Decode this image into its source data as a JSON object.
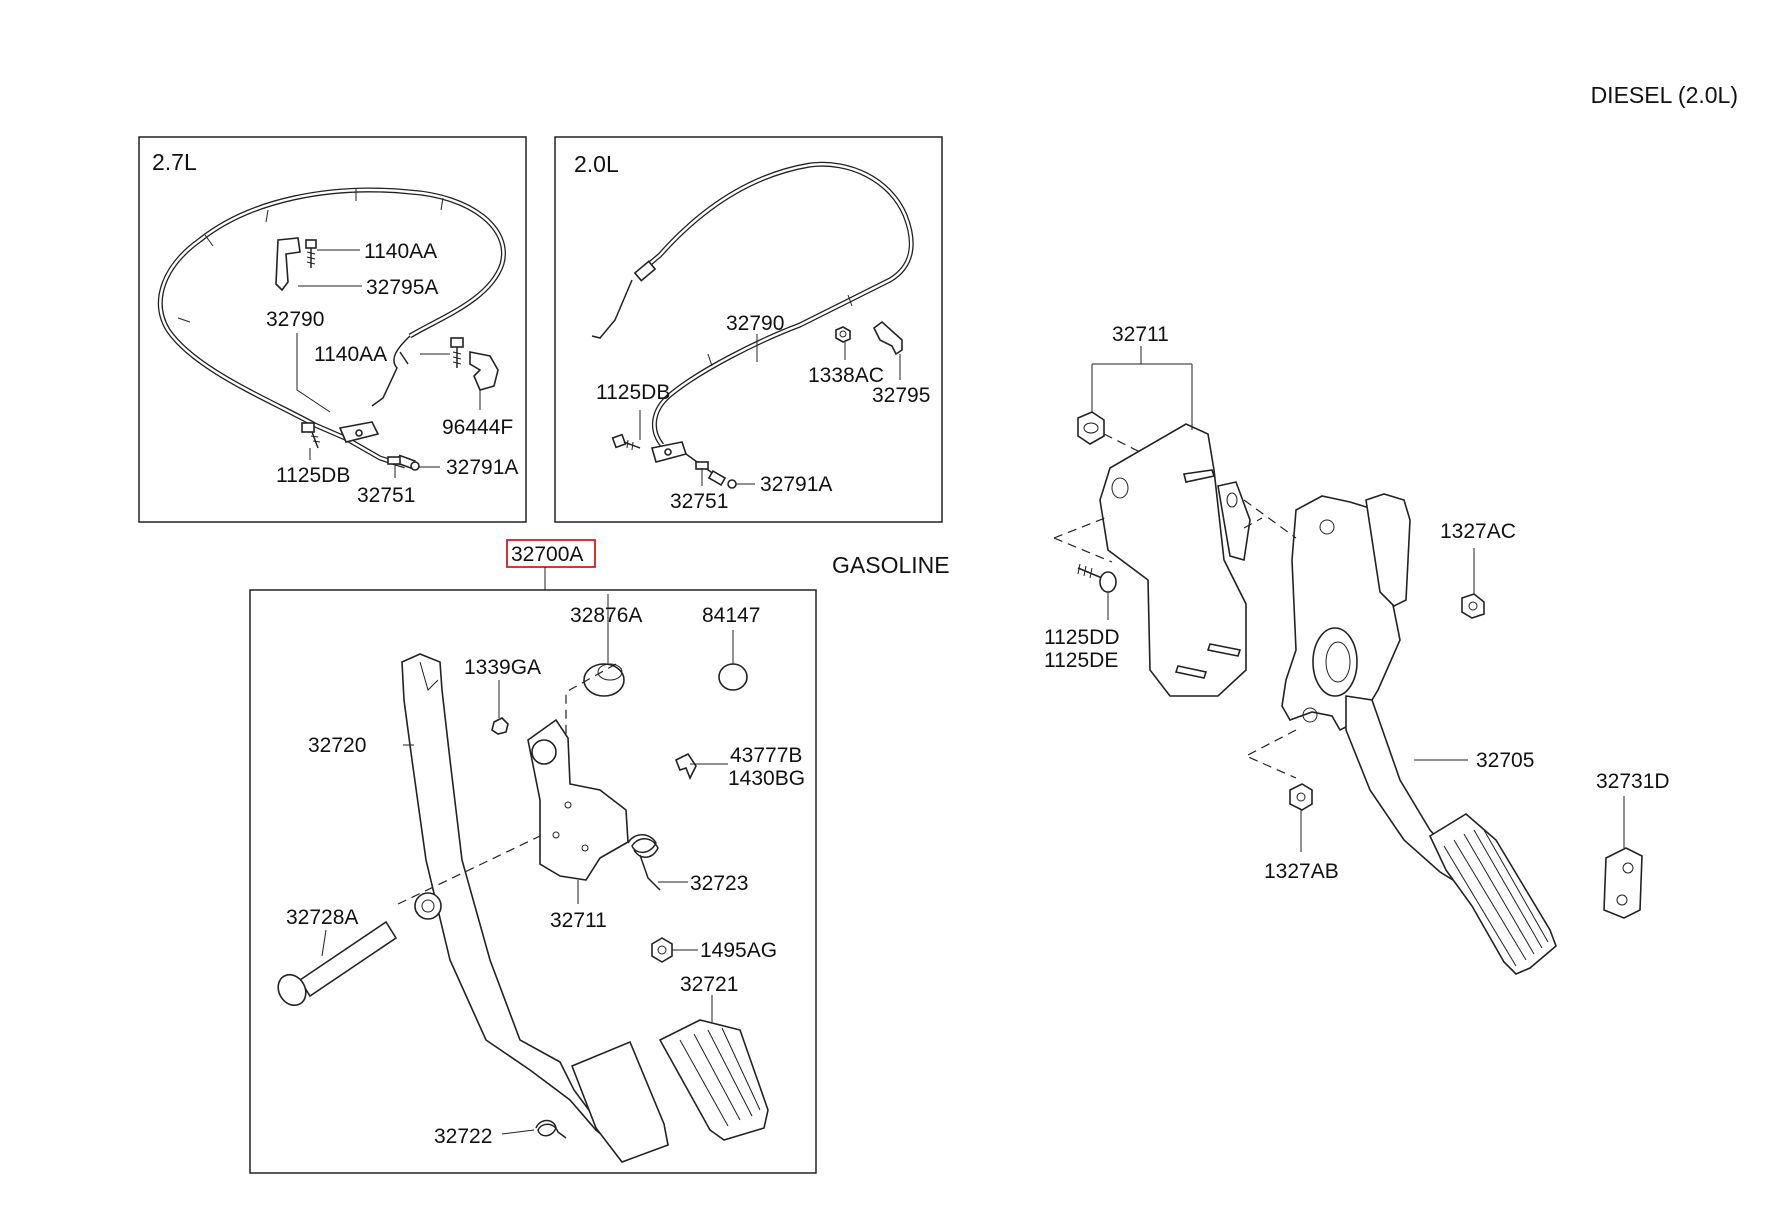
{
  "headers": {
    "diesel": "DIESEL (2.0L)",
    "gasoline": "GASOLINE",
    "box_27": "2.7L",
    "box_20": "2.0L"
  },
  "highlight_color": "#d21f1f",
  "labels": {
    "box27": {
      "p1140AA_a": "1140AA",
      "p32795A": "32795A",
      "p32790": "32790",
      "p1140AA_b": "1140AA",
      "p96444F": "96444F",
      "p1125DB": "1125DB",
      "p32791A": "32791A",
      "p32751": "32751"
    },
    "box20": {
      "p32790": "32790",
      "p1338AC": "1338AC",
      "p32795": "32795",
      "p1125DB": "1125DB",
      "p32791A": "32791A",
      "p32751": "32751"
    },
    "gasoline": {
      "p32700A": "32700A",
      "p32876A": "32876A",
      "p84147": "84147",
      "p1339GA": "1339GA",
      "p32720": "32720",
      "p43777B": "43777B",
      "p1430BG": "1430BG",
      "p32723": "32723",
      "p32711": "32711",
      "p32728A": "32728A",
      "p1495AG": "1495AG",
      "p32721": "32721",
      "p32722": "32722"
    },
    "diesel": {
      "p32711": "32711",
      "p1327AC": "1327AC",
      "p1125DD": "1125DD",
      "p1125DE": "1125DE",
      "p32705": "32705",
      "p32731D": "32731D",
      "p1327AB": "1327AB"
    }
  }
}
